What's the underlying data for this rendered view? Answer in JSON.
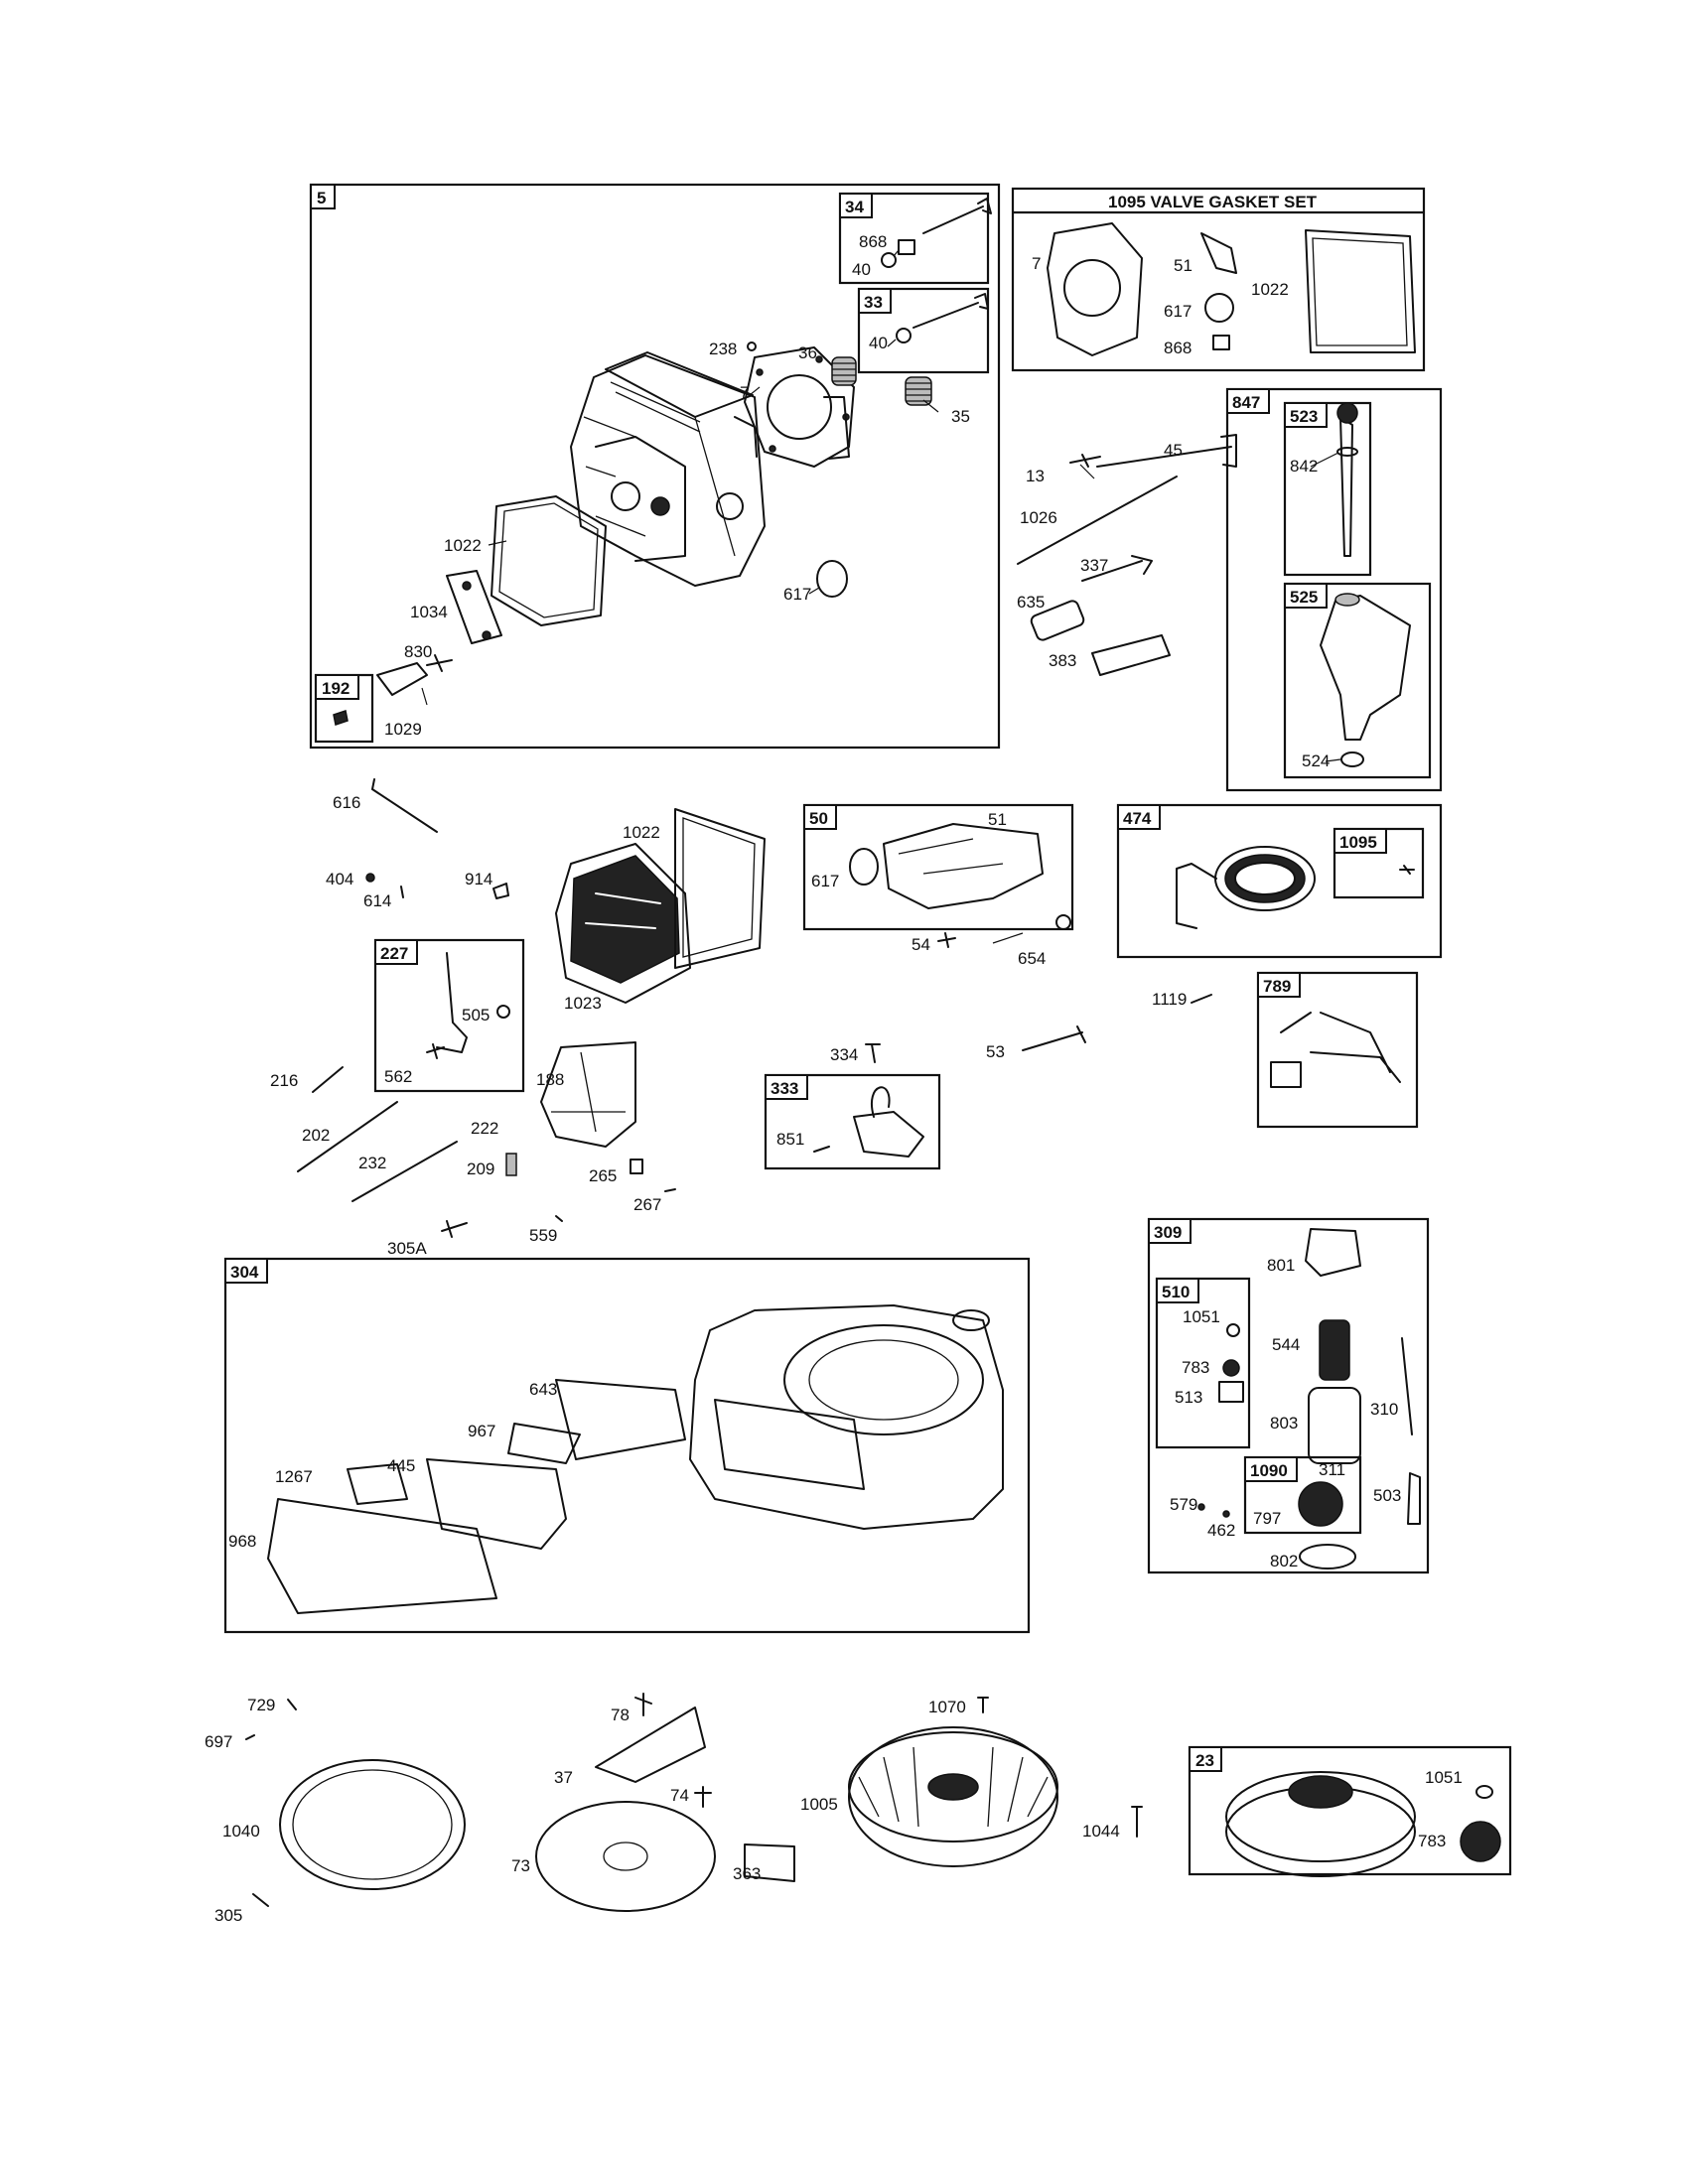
{
  "groups": [
    {
      "id": "5",
      "label": "5"
    },
    {
      "id": "34",
      "label": "34"
    },
    {
      "id": "33",
      "label": "33"
    },
    {
      "id": "192",
      "label": "192"
    },
    {
      "id": "1095set",
      "label": "1095 VALVE GASKET SET"
    },
    {
      "id": "847",
      "label": "847"
    },
    {
      "id": "523",
      "label": "523"
    },
    {
      "id": "525",
      "label": "525"
    },
    {
      "id": "50",
      "label": "50"
    },
    {
      "id": "474",
      "label": "474"
    },
    {
      "id": "1095",
      "label": "1095"
    },
    {
      "id": "227",
      "label": "227"
    },
    {
      "id": "789",
      "label": "789"
    },
    {
      "id": "333",
      "label": "333"
    },
    {
      "id": "304",
      "label": "304"
    },
    {
      "id": "309",
      "label": "309"
    },
    {
      "id": "510",
      "label": "510"
    },
    {
      "id": "1090",
      "label": "1090"
    },
    {
      "id": "23",
      "label": "23"
    }
  ],
  "labels": [
    "868",
    "40",
    "40",
    "238",
    "36",
    "7",
    "35",
    "1022",
    "617",
    "1034",
    "830",
    "1029",
    "7",
    "51",
    "617",
    "1022",
    "868",
    "13",
    "45",
    "1026",
    "337",
    "635",
    "383",
    "842",
    "524",
    "616",
    "1022",
    "404",
    "614",
    "914",
    "617",
    "51",
    "54",
    "654",
    "505",
    "562",
    "1023",
    "188",
    "216",
    "202",
    "222",
    "232",
    "209",
    "265",
    "267",
    "559",
    "305A",
    "1119",
    "53",
    "334",
    "851",
    "801",
    "1051",
    "544",
    "783",
    "513",
    "803",
    "310",
    "311",
    "579",
    "797",
    "503",
    "462",
    "802",
    "643",
    "967",
    "1267",
    "445",
    "968",
    "729",
    "697",
    "1040",
    "305",
    "78",
    "37",
    "74",
    "73",
    "363",
    "1070",
    "1005",
    "1044",
    "1051",
    "783"
  ]
}
